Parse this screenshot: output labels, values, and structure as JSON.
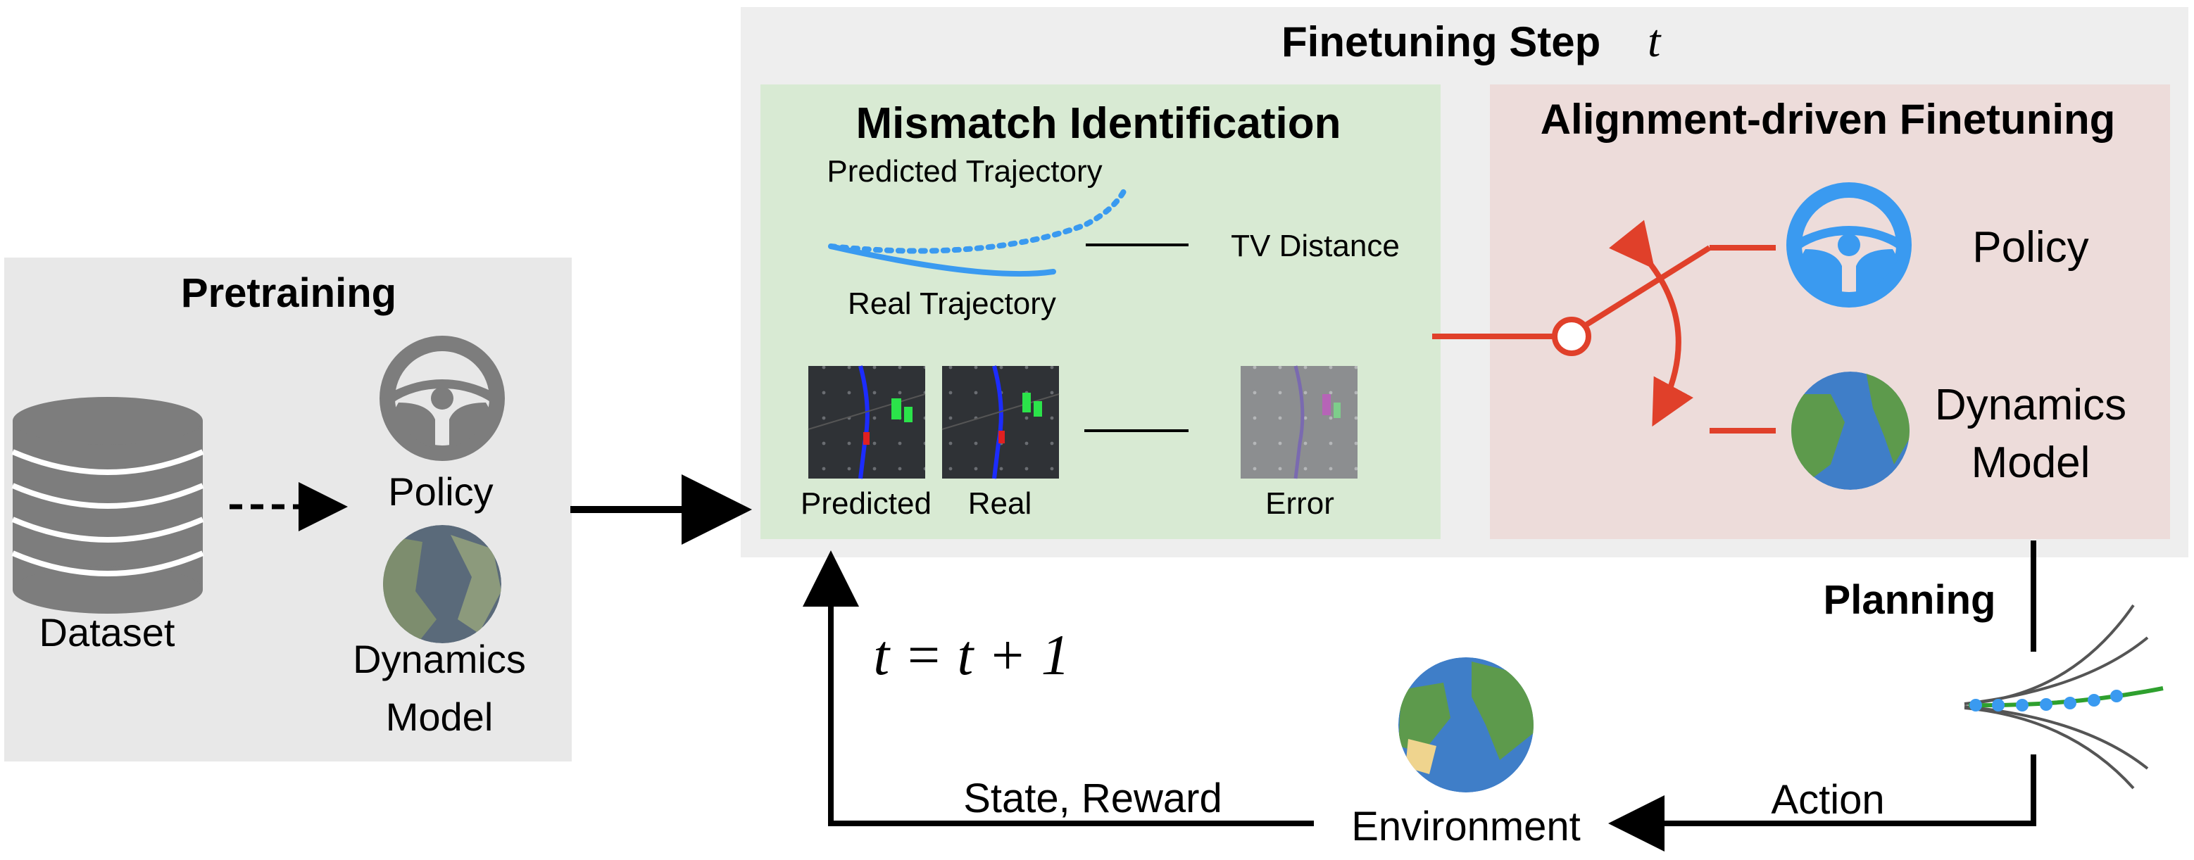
{
  "pretraining": {
    "title": "Pretraining",
    "dataset_label": "Dataset",
    "policy_label": "Policy",
    "dynamics_label_line1": "Dynamics",
    "dynamics_label_line2": "Model"
  },
  "finetuning": {
    "title_prefix": "Finetuning Step",
    "title_var": "t"
  },
  "mismatch": {
    "title": "Mismatch Identification",
    "predicted_trajectory": "Predicted Trajectory",
    "real_trajectory": "Real Trajectory",
    "tv_distance": "TV Distance",
    "predicted": "Predicted",
    "real": "Real",
    "error": "Error"
  },
  "alignment": {
    "title": "Alignment-driven Finetuning",
    "policy_label": "Policy",
    "dynamics_label_line1": "Dynamics",
    "dynamics_label_line2": "Model"
  },
  "loop": {
    "planning": "Planning",
    "action": "Action",
    "environment": "Environment",
    "state_reward": "State, Reward",
    "update_formula": "t = t + 1"
  },
  "colors": {
    "gray_panel": "#eeeeee",
    "pretrain_panel": "#e8e8e8",
    "mismatch_panel": "#d8ead3",
    "alignment_panel": "#eddcda",
    "accent_red": "#e0402a",
    "policy_blue": "#3a9af0",
    "globe_blue": "#3f7ec8",
    "globe_green": "#5d9a4c",
    "cylinder_gray": "#7d7d7d"
  }
}
